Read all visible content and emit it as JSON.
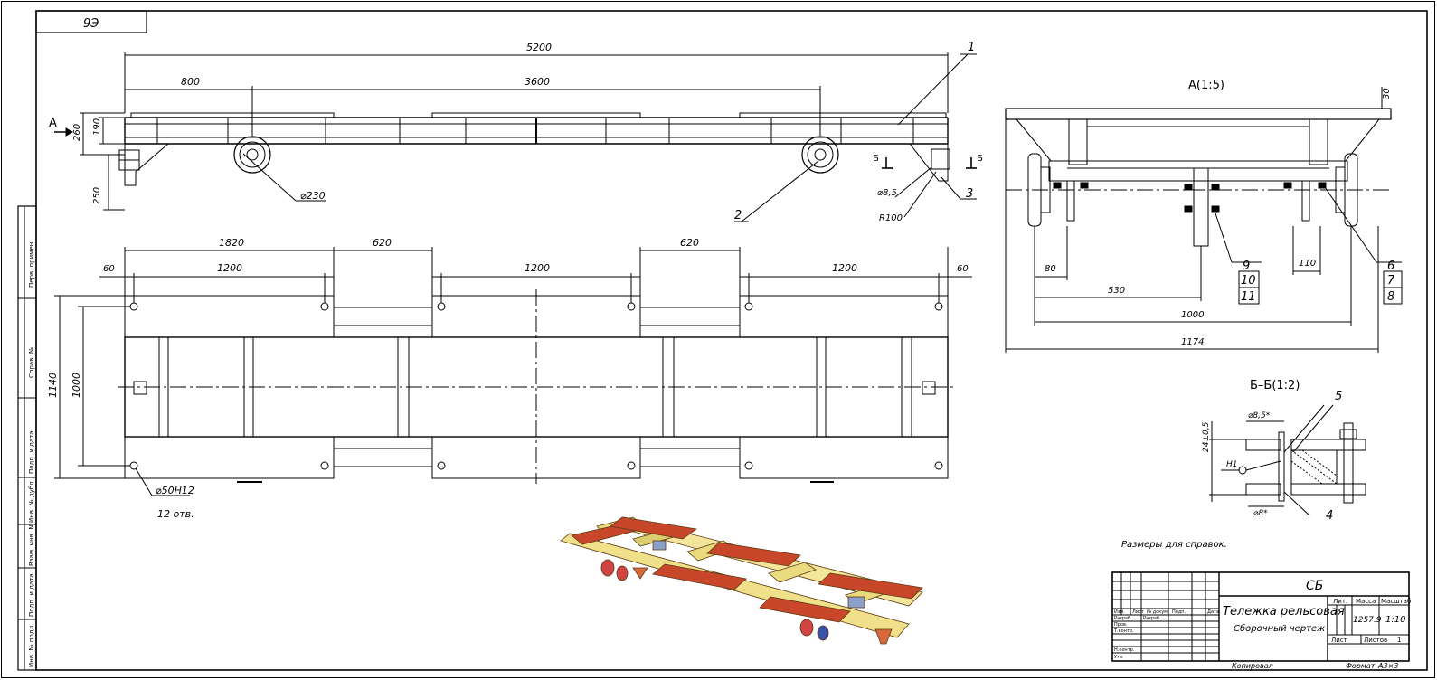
{
  "corner_code": "9Э",
  "views": {
    "side": {
      "dims": {
        "overall": "5200",
        "left_offset": "800",
        "wheel_base": "3600",
        "h260": "260",
        "h190": "190",
        "h250": "250"
      },
      "section_a_mark": "А",
      "section_b_mark": "Б",
      "wheel_diameter": "⌀230",
      "hole_diameter": "⌀8,5",
      "radius": "R100"
    },
    "top": {
      "dims": {
        "d1820": "1820",
        "d620a": "620",
        "d620b": "620",
        "d60a": "60",
        "d1200a": "1200",
        "d1200b": "1200",
        "d1200c": "1200",
        "d60b": "60",
        "d1140": "1140",
        "d1000": "1000"
      },
      "hole_note": "⌀50Н12",
      "hole_count": "12 отв."
    },
    "section_a": {
      "title": "А(1:5)",
      "dims": {
        "d30": "30",
        "d80": "80",
        "d530": "530",
        "d110": "110",
        "d1000": "1000",
        "d1174": "1174"
      }
    },
    "section_b": {
      "title": "Б–Б(1:2)",
      "dims": {
        "d85": "⌀8,5*",
        "d8": "⌀8*",
        "d24": "24±0,5",
        "h1": "Н1"
      }
    }
  },
  "callouts": {
    "c1": "1",
    "c2": "2",
    "c3": "3",
    "c4": "4",
    "c5": "5",
    "c6": "6",
    "c7": "7",
    "c8": "8",
    "c9": "9",
    "c10": "10",
    "c11": "11"
  },
  "note": "Размеры для справок.",
  "title_block": {
    "designation": "СБ",
    "name": "Тележка рельсовая",
    "doc_type": "Сборочный чертеж",
    "mass": "1257.9",
    "scale": "1:10",
    "col_lit": "Лит.",
    "col_mass": "Масса",
    "col_scale": "Масштаб",
    "sheet_label": "Лист",
    "sheets_label": "Листов",
    "sheets_value": "1",
    "rows": {
      "izm": "Изм.",
      "list": "Лист",
      "ndoc": "№ докум.",
      "podp": "Подп.",
      "data": "Дата",
      "razrab": "Разраб.",
      "prov": "Пров.",
      "tkontr": "Т.контр.",
      "nkontr": "Н.контр.",
      "utv": "Утв."
    },
    "razrab_name": "Разраб.",
    "copied": "Копировал",
    "format_label": "Формат",
    "format_value": "A3×3"
  },
  "side_strip": {
    "perv": "Перв. примен.",
    "sprav": "Справ. №",
    "podp_date1": "Подп. и дата",
    "inv_dubl": "Инв. № дубл.",
    "vzam": "Взам. инв. №",
    "podp_date2": "Подп. и дата",
    "inv_podl": "Инв. № подл."
  }
}
